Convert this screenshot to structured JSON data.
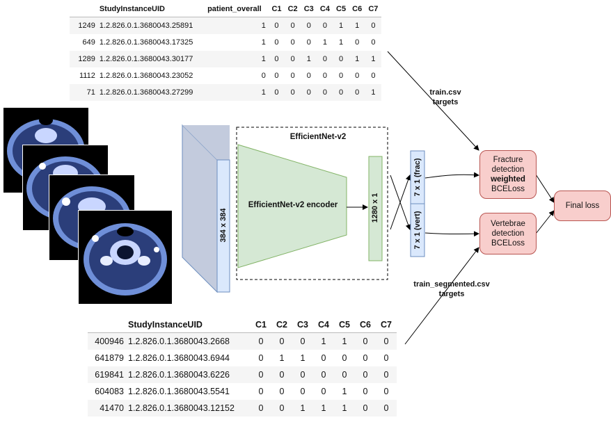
{
  "table_train": {
    "columns": [
      "",
      "StudyInstanceUID",
      "patient_overall",
      "C1",
      "C2",
      "C3",
      "C4",
      "C5",
      "C6",
      "C7"
    ],
    "rows": [
      [
        "1249",
        "1.2.826.0.1.3680043.25891",
        "1",
        "0",
        "0",
        "0",
        "0",
        "1",
        "1",
        "0"
      ],
      [
        "649",
        "1.2.826.0.1.3680043.17325",
        "1",
        "0",
        "0",
        "0",
        "1",
        "1",
        "0",
        "0"
      ],
      [
        "1289",
        "1.2.826.0.1.3680043.30177",
        "1",
        "0",
        "0",
        "1",
        "0",
        "0",
        "1",
        "1"
      ],
      [
        "1112",
        "1.2.826.0.1.3680043.23052",
        "0",
        "0",
        "0",
        "0",
        "0",
        "0",
        "0",
        "0"
      ],
      [
        "71",
        "1.2.826.0.1.3680043.27299",
        "1",
        "0",
        "0",
        "0",
        "0",
        "0",
        "0",
        "1"
      ]
    ]
  },
  "table_segmented": {
    "columns": [
      "",
      "StudyInstanceUID",
      "C1",
      "C2",
      "C3",
      "C4",
      "C5",
      "C6",
      "C7"
    ],
    "rows": [
      [
        "400946",
        "1.2.826.0.1.3680043.2668",
        "0",
        "0",
        "0",
        "1",
        "1",
        "0",
        "0"
      ],
      [
        "641879",
        "1.2.826.0.1.3680043.6944",
        "0",
        "1",
        "1",
        "0",
        "0",
        "0",
        "0"
      ],
      [
        "619841",
        "1.2.826.0.1.3680043.6226",
        "0",
        "0",
        "0",
        "0",
        "0",
        "0",
        "0"
      ],
      [
        "604083",
        "1.2.826.0.1.3680043.5541",
        "0",
        "0",
        "0",
        "0",
        "1",
        "0",
        "0"
      ],
      [
        "41470",
        "1.2.826.0.1.3680043.12152",
        "0",
        "0",
        "1",
        "1",
        "1",
        "0",
        "0"
      ]
    ]
  },
  "diagram": {
    "input_label": "384 x 384",
    "network_title": "EfficientNet-v2",
    "encoder_label": "EfficientNet-v2 encoder",
    "feature_label": "1280 x 1",
    "frac_label": "7 x 1 (frac)",
    "vert_label": "7 x 1 (vert)",
    "train_targets_line1": "train.csv",
    "train_targets_line2": "targets",
    "seg_targets_line1": "train_segmented.csv",
    "seg_targets_line2": "targets",
    "fracture_line1": "Fracture",
    "fracture_line2": "detection",
    "fracture_line3": "weighted",
    "fracture_line4": "BCELoss",
    "vertebrae_line1": "Vertebrae",
    "vertebrae_line2": "detection",
    "vertebrae_line3": "BCELoss",
    "final_loss": "Final loss"
  },
  "colors": {
    "blue_fill": "#dae8fc",
    "blue_stroke": "#6c8ebf",
    "green_fill": "#d5e8d4",
    "green_stroke": "#82b366",
    "red_fill": "#f8cecc",
    "red_stroke": "#b85450"
  }
}
